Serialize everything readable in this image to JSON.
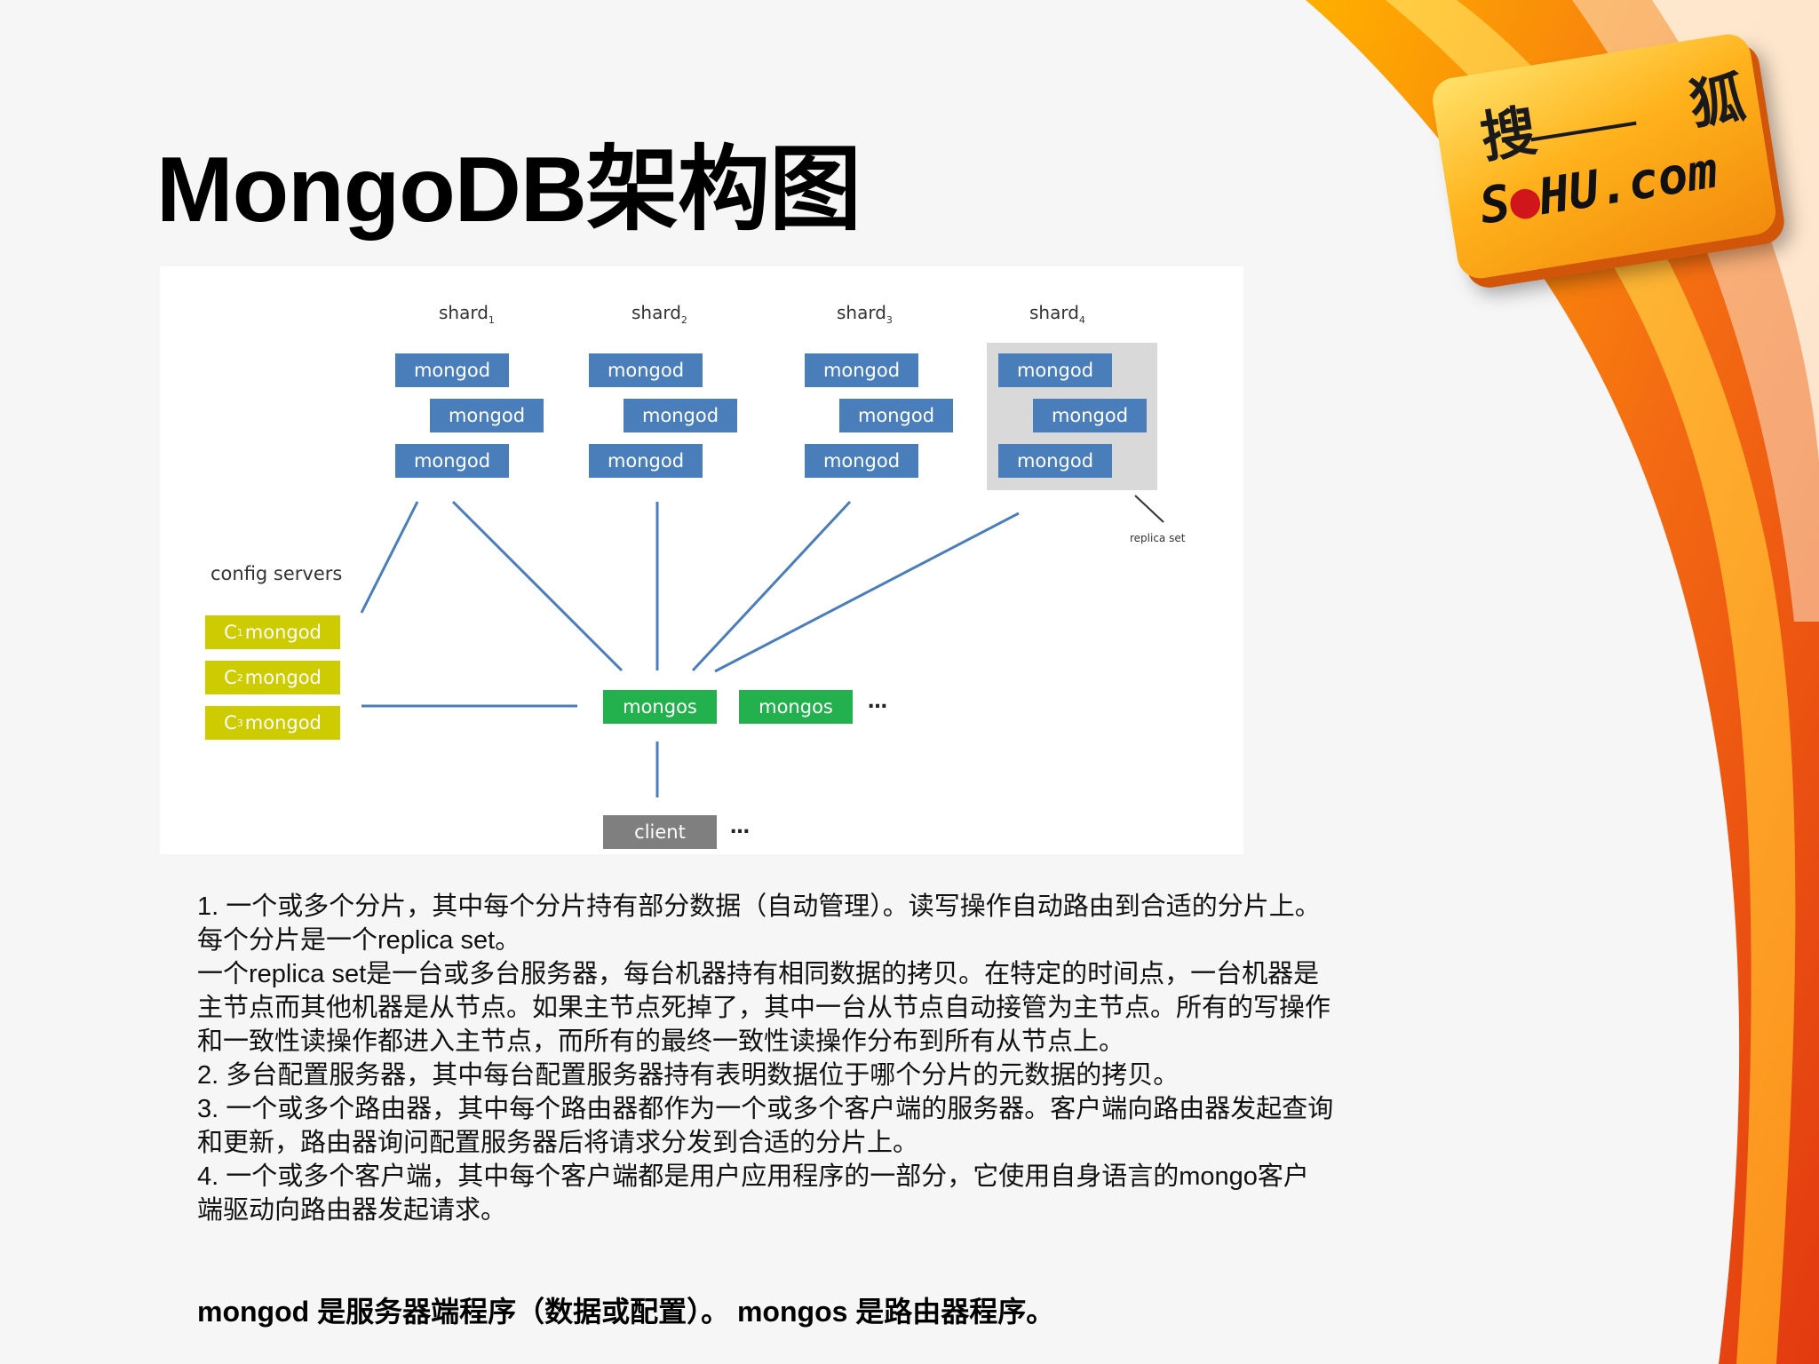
{
  "slide": {
    "title": "MongoDB架构图",
    "logo": {
      "cn_left": "搜",
      "cn_right": "狐",
      "en_pre": "S",
      "en_dot": "●",
      "en_post": "HU.com"
    }
  },
  "diagram": {
    "shards": [
      {
        "label": "shard",
        "sub": "1",
        "nodes": [
          "mongod",
          "mongod",
          "mongod"
        ]
      },
      {
        "label": "shard",
        "sub": "2",
        "nodes": [
          "mongod",
          "mongod",
          "mongod"
        ]
      },
      {
        "label": "shard",
        "sub": "3",
        "nodes": [
          "mongod",
          "mongod",
          "mongod"
        ]
      },
      {
        "label": "shard",
        "sub": "4",
        "nodes": [
          "mongod",
          "mongod",
          "mongod"
        ]
      }
    ],
    "replica_set_label": "replica set",
    "config_servers": {
      "title": "config servers",
      "items": [
        {
          "prefix": "C",
          "sub": "1",
          "label": "mongod"
        },
        {
          "prefix": "C",
          "sub": "2",
          "label": "mongod"
        },
        {
          "prefix": "C",
          "sub": "3",
          "label": "mongod"
        }
      ]
    },
    "routers": [
      "mongos",
      "mongos"
    ],
    "routers_more": "…",
    "client": "client",
    "client_more": "…"
  },
  "description": {
    "paragraphs": [
      "1. 一个或多个分片，其中每个分片持有部分数据（自动管理）。读写操作自动路由到合适的分片上。每个分片是一个replica set。",
      "一个replica set是一台或多台服务器，每台机器持有相同数据的拷贝。在特定的时间点，一台机器是主节点而其他机器是从节点。如果主节点死掉了，其中一台从节点自动接管为主节点。所有的写操作和一致性读操作都进入主节点，而所有的最终一致性读操作分布到所有从节点上。",
      "2. 多台配置服务器，其中每台配置服务器持有表明数据位于哪个分片的元数据的拷贝。",
      "3. 一个或多个路由器，其中每个路由器都作为一个或多个客户端的服务器。客户端向路由器发起查询和更新，路由器询问配置服务器后将请求分发到合适的分片上。",
      "4. 一个或多个客户端，其中每个客户端都是用户应用程序的一部分，它使用自身语言的mongo客户端驱动向路由器发起请求。"
    ],
    "summary": "mongod 是服务器端程序（数据或配置）。 mongos 是路由器程序。"
  },
  "colors": {
    "mongod": "#4a7ebb",
    "config": "#cccc00",
    "mongos": "#22b14c",
    "client": "#7f7f7f",
    "replica_set_bg": "#d9d9d9",
    "accent_orange": "#f07a10",
    "accent_red": "#e83a12"
  }
}
